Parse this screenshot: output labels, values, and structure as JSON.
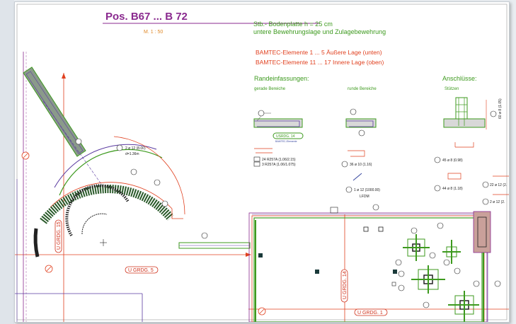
{
  "drawing": {
    "title": "Pos. B67 ... B 72",
    "scale": "M. 1 : 50",
    "header_line1": "Stb.- Bodenplatte h = 25 cm",
    "header_line2": "untere Bewehrungslage und Zulagebewehrung",
    "bamtec_line1": "BAMTEC-Elemente 1 ... 5 Äußere Lage (unten)",
    "bamtec_line2": "BAMTEC-Elemente 11 ... 17 Innere Lage (oben)"
  },
  "sections": {
    "randeinfassungen": "Randeinfassungen:",
    "gerade": "gerade Bereiche",
    "runde": "runde Bereiche",
    "anschluesse": "Anschlüsse:",
    "stuetzen": "Stützen"
  },
  "labels": {
    "usrdg": "USRDG. 14",
    "bamtec_element": "BAMTEC-Elemente",
    "rebar_a": "24 R257A (1.06/2.15)",
    "rebar_b": "3 R257A (1.06/1.075)",
    "rebar_c": "36 ø 10 (1.16)",
    "rebar_d": "1 ø 12 (1000.00)",
    "rebar_d2": "LFDM",
    "rebar_e": "45 ø 8 (0.98)",
    "rebar_f": "44 ø 8 (1.18)",
    "rebar_g": "22 ø 12 (2.",
    "rebar_h": "2 ø 12 (2.",
    "arc_label": "2 ø 12 (8.00)",
    "arc_sub": "d=1.36m",
    "vertical_label": "60 ø 8 (1.05)",
    "grdg_5": "U GRDG. 5",
    "grdg_15": "U GRDG. 15",
    "grdg_14": "U GRDG. 14",
    "grdg_1": "U GRDG. 1"
  },
  "colors": {
    "title": "#8a2a8f",
    "green": "#3d9a1e",
    "red": "#e0401f",
    "purple": "#5a3aa0",
    "scale": "#e08a2a"
  }
}
